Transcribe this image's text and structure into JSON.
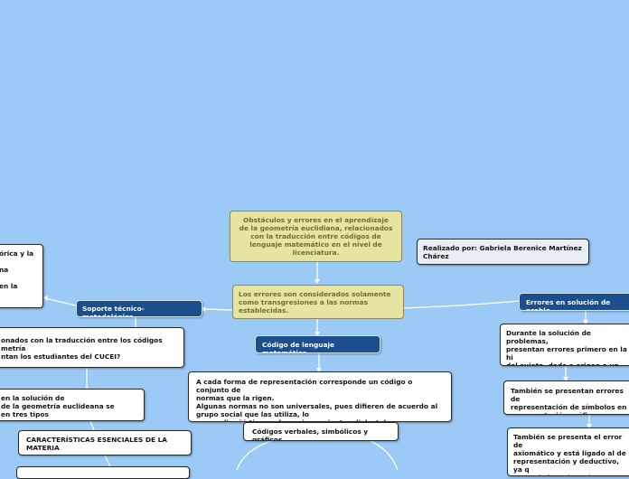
{
  "map": {
    "central_topic": "Obstáculos y errores en el aprendizaje\nde la geometría euclidiana, relacionados\ncon la traducción entre códigos de\nlenguaje matemático en el nivel de\nlicenciatura.",
    "sub_topic": "Los errores son considerados solamente\ncomo transgresiones a las normas\nestablecidas.",
    "author": "Realizado por: Gabriela Berenice Martínez\nChárez",
    "left_branch": {
      "title": "Soporte técnico- metodológico",
      "note_top": "órica y la\n\nna\n\nen la",
      "note_mid": "onados con la traducción entre los códigos\nmetría\nntan los estudiantes del CUCEI?",
      "note_low": " en la solución de\nde la geometría euclideana se\nen tres tipos",
      "subheading": "CARACTERÍSTICAS ESENCIALES DE LA\nMATERIA"
    },
    "center_branch": {
      "title": "Código de lenguaje matemático",
      "note": "A cada forma de representación corresponde un código o conjunto de\nnormas que la rigen.\nAlgunas normas no son universales, pues difieren de acuerdo al\ngrupo social que las utiliza, lo\nque en lingüística se denomina variantes dialectales.",
      "sub_node": "Códigos verbales, simbólicos y gráficos"
    },
    "right_branch": {
      "title": "Errores en solución de proble",
      "note_1": "Durante la solución de problemas,\npresentan errores primero en la hi\ndel sujeto, dado a origen a un erro\ntraducción del verbal.",
      "note_2": "También se presentan errores de\nrepresentación de símbolos en\nrepresentación gráfica.",
      "note_3": "También se presenta el error de\naxiomático y está ligado al de\nrepresentación y deductivo, ya q\nparte de la cadena de proposicio\nparten de las hipótesis para dem"
    }
  },
  "colors": {
    "background": "#9ccaf6",
    "central_fill": "#e7e3a0",
    "branch_fill": "#1b4e8c",
    "note_fill": "#ffffff",
    "connector": "#ffffff"
  }
}
